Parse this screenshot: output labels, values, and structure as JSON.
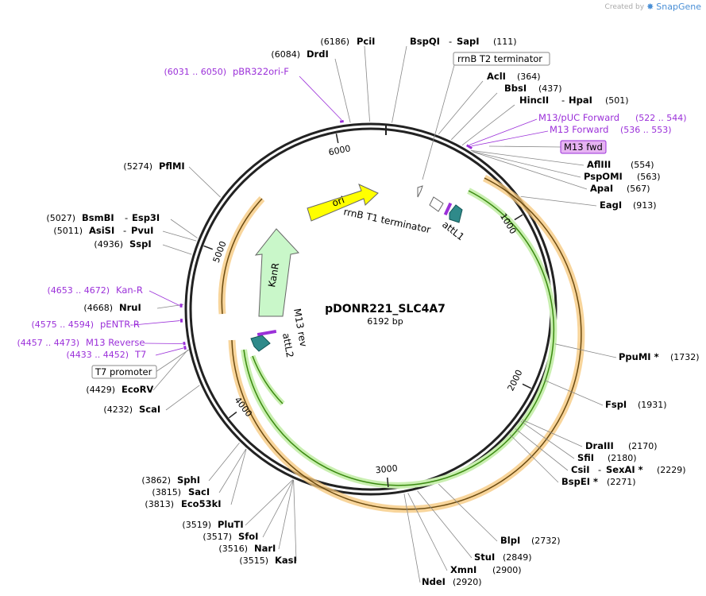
{
  "brand": {
    "created_by": "Created by",
    "name": "SnapGene"
  },
  "plasmid": {
    "name": "pDONR221_SLC4A7",
    "size": "6192 bp",
    "length": 6192
  },
  "colors": {
    "backbone": "#222222",
    "primer": "#9b30d9",
    "enzyme_text": "#000000",
    "leader": "#888888"
  },
  "ticks": [
    {
      "label": "1000",
      "pos": 1000
    },
    {
      "label": "2000",
      "pos": 2000
    },
    {
      "label": "3000",
      "pos": 3000
    },
    {
      "label": "4000",
      "pos": 4000
    },
    {
      "label": "5000",
      "pos": 5000
    },
    {
      "label": "6000",
      "pos": 6000
    }
  ],
  "enzymes": [
    {
      "name": "PciI",
      "pos_label": "(6186)",
      "site": 6186
    },
    {
      "name": "BspQI",
      "name2": "SapI",
      "pos_label": "(111)",
      "site": 111
    },
    {
      "name": "DrdI",
      "pos_label": "(6084)",
      "site": 6084
    },
    {
      "name": "AclI",
      "pos_label": "(364)",
      "site": 364
    },
    {
      "name": "BbsI",
      "pos_label": "(437)",
      "site": 437
    },
    {
      "name": "HincII",
      "name2": "HpaI",
      "pos_label": "(501)",
      "site": 501
    },
    {
      "name": "AflIII",
      "pos_label": "(554)",
      "site": 554
    },
    {
      "name": "PspOMI",
      "pos_label": "(563)",
      "site": 563
    },
    {
      "name": "ApaI",
      "pos_label": "(567)",
      "site": 567
    },
    {
      "name": "EagI",
      "pos_label": "(913)",
      "site": 913
    },
    {
      "name": "PflMI",
      "pos_label": "(5274)",
      "site": 5274
    },
    {
      "name": "BsmBI",
      "name2": "Esp3I",
      "pos_label": "(5027)",
      "site": 5027
    },
    {
      "name": "AsiSI",
      "name2": "PvuI",
      "pos_label": "(5011)",
      "site": 5011
    },
    {
      "name": "SspI",
      "pos_label": "(4936)",
      "site": 4936
    },
    {
      "name": "NruI",
      "pos_label": "(4668)",
      "site": 4668
    },
    {
      "name": "EcoRV",
      "pos_label": "(4429)",
      "site": 4429
    },
    {
      "name": "ScaI",
      "pos_label": "(4232)",
      "site": 4232
    },
    {
      "name": "PpuMI *",
      "pos_label": "(1732)",
      "site": 1732
    },
    {
      "name": "FspI",
      "pos_label": "(1931)",
      "site": 1931
    },
    {
      "name": "DraIII",
      "pos_label": "(2170)",
      "site": 2170
    },
    {
      "name": "SfiI",
      "pos_label": "(2180)",
      "site": 2180
    },
    {
      "name": "CsiI",
      "name2": "SexAI *",
      "pos_label": "(2229)",
      "site": 2229
    },
    {
      "name": "BspEI *",
      "pos_label": "(2271)",
      "site": 2271
    },
    {
      "name": "SphI",
      "pos_label": "(3862)",
      "site": 3862
    },
    {
      "name": "SacI",
      "pos_label": "(3815)",
      "site": 3815
    },
    {
      "name": "Eco53kI",
      "pos_label": "(3813)",
      "site": 3813
    },
    {
      "name": "PluTI",
      "pos_label": "(3519)",
      "site": 3519
    },
    {
      "name": "SfoI",
      "pos_label": "(3517)",
      "site": 3517
    },
    {
      "name": "NarI",
      "pos_label": "(3516)",
      "site": 3516
    },
    {
      "name": "KasI",
      "pos_label": "(3515)",
      "site": 3515
    },
    {
      "name": "BlpI",
      "pos_label": "(2732)",
      "site": 2732
    },
    {
      "name": "StuI",
      "pos_label": "(2849)",
      "site": 2849
    },
    {
      "name": "XmnI",
      "pos_label": "(2900)",
      "site": 2900
    },
    {
      "name": "NdeI",
      "pos_label": "(2920)",
      "site": 2920
    }
  ],
  "primers": [
    {
      "name": "pBR322ori-F",
      "range": "(6031 .. 6050)",
      "start": 6031,
      "end": 6050
    },
    {
      "name": "M13/pUC Forward",
      "range": "(522 .. 544)",
      "start": 522,
      "end": 544
    },
    {
      "name": "M13 Forward",
      "range": "(536 .. 553)",
      "start": 536,
      "end": 553
    },
    {
      "name": "Kan-R",
      "range": "(4653 .. 4672)",
      "start": 4653,
      "end": 4672
    },
    {
      "name": "pENTR-R",
      "range": "(4575 .. 4594)",
      "start": 4575,
      "end": 4594
    },
    {
      "name": "M13 Reverse",
      "range": "(4457 .. 4473)",
      "start": 4457,
      "end": 4473
    },
    {
      "name": "T7",
      "range": "(4433 .. 4452)",
      "start": 4433,
      "end": 4452
    }
  ],
  "boxed_features": [
    {
      "name": "rrnB T2 terminator"
    },
    {
      "name": "M13 fwd"
    },
    {
      "name": "T7 promoter"
    }
  ],
  "features": [
    {
      "name": "ori"
    },
    {
      "name": "KanR"
    },
    {
      "name": "rrnB T1 terminator"
    },
    {
      "name": "attL1"
    },
    {
      "name": "attL2"
    },
    {
      "name": "M13 rev"
    }
  ]
}
